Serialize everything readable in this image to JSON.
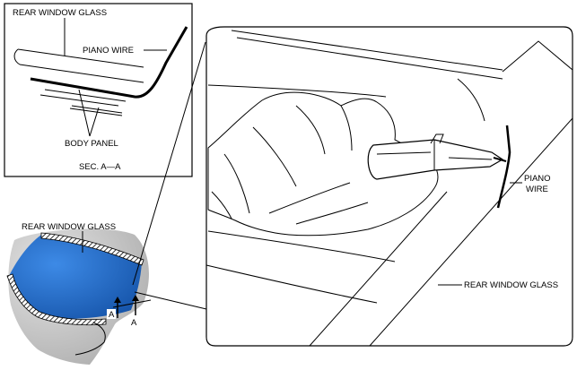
{
  "inset_section": {
    "label_rear_glass": "REAR WINDOW GLASS",
    "label_piano_wire": "PIANO WIRE",
    "label_body_panel": "BODY PANEL",
    "caption": "SEC. A—A"
  },
  "car_view": {
    "label_rear_glass": "REAR WINDOW GLASS",
    "section_mark_1": "A",
    "section_mark_2": "A"
  },
  "detail_view": {
    "label_piano_wire_line1": "PIANO",
    "label_piano_wire_line2": "WIRE",
    "label_rear_glass": "REAR WINDOW GLASS"
  },
  "colors": {
    "glass": "#1f6fd0",
    "car_body": "#c8c8c8",
    "line": "#000000"
  }
}
